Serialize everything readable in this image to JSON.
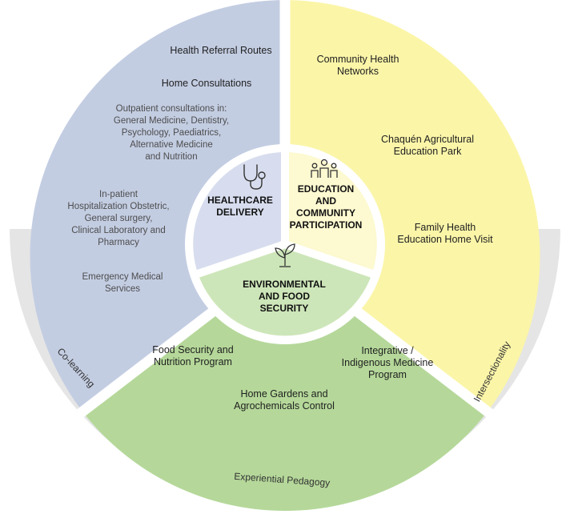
{
  "colors": {
    "healthcare": "#c3cde2",
    "education": "#fbf5a8",
    "environment": "#b5d89a",
    "healthcare_core": "#d7ddee",
    "education_core": "#fdf9d0",
    "environment_core": "#cde6b9",
    "outer_band": "#e5e5e5",
    "separator": "#ffffff"
  },
  "icons": {
    "healthcare": "stethoscope-icon",
    "education": "people-group-icon",
    "environment": "plant-sprout-icon"
  },
  "sectors": {
    "healthcare": {
      "core_lines": [
        "HEALTHCARE",
        "DELIVERY"
      ],
      "items": [
        {
          "lines": [
            "Health Referral Routes"
          ]
        },
        {
          "lines": [
            "Home Consultations"
          ]
        },
        {
          "lines": [
            "Outpatient consultations in:",
            "General Medicine, Dentistry,",
            "Psychology, Paediatrics,",
            "Alternative Medicine",
            "and Nutrition"
          ]
        },
        {
          "lines": [
            "In-patient",
            "Hospitalization Obstetric,",
            "General surgery,",
            "Clinical Laboratory and",
            "Pharmacy"
          ]
        },
        {
          "lines": [
            "Emergency Medical",
            "Services"
          ]
        }
      ]
    },
    "education": {
      "core_lines": [
        "EDUCATION",
        "AND",
        "COMMUNITY",
        "PARTICIPATION"
      ],
      "items": [
        {
          "lines": [
            "Community Health",
            "Networks"
          ]
        },
        {
          "lines": [
            "Chaquén Agricultural",
            "Education Park"
          ]
        },
        {
          "lines": [
            "Family Health",
            "Education Home Visit"
          ]
        }
      ]
    },
    "environment": {
      "core_lines": [
        "ENVIRONMENTAL",
        "AND FOOD",
        "SECURITY"
      ],
      "items": [
        {
          "lines": [
            "Food Security and",
            "Nutrition Program"
          ]
        },
        {
          "lines": [
            "Integrative /",
            "Indigenous Medicine",
            "Program"
          ]
        },
        {
          "lines": [
            "Home Gardens and",
            "Agrochemicals Control"
          ]
        }
      ]
    }
  },
  "outer_band": {
    "left": "Co-learning",
    "right": "Intersectionality",
    "bottom": "Experiential Pedagogy"
  }
}
